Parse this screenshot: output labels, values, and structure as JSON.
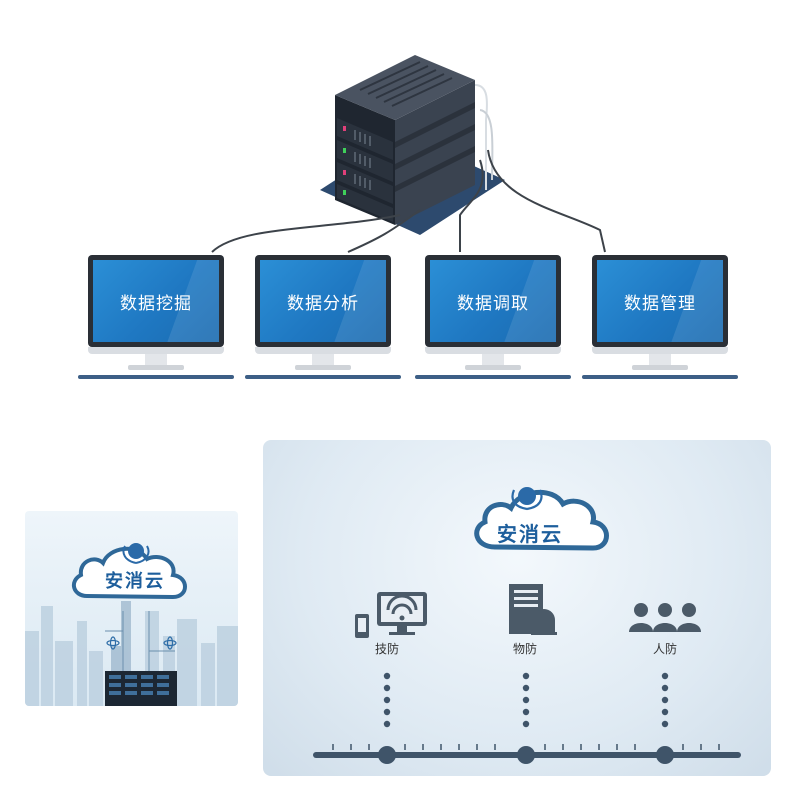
{
  "monitors": [
    {
      "label": "数据挖掘"
    },
    {
      "label": "数据分析"
    },
    {
      "label": "数据调取"
    },
    {
      "label": "数据管理"
    }
  ],
  "small_card": {
    "cloud_label": "安消云"
  },
  "big_card": {
    "cloud_label": "安消云",
    "categories": [
      {
        "label": "技防",
        "icon": "tech-defense-icon"
      },
      {
        "label": "物防",
        "icon": "physical-defense-icon"
      },
      {
        "label": "人防",
        "icon": "people-defense-icon"
      }
    ]
  },
  "colors": {
    "screen_blue": "#1f78c2",
    "cloud_outline": "#1d5e9c",
    "timeline": "#3f5469",
    "icon_gray": "#4b5a68"
  }
}
